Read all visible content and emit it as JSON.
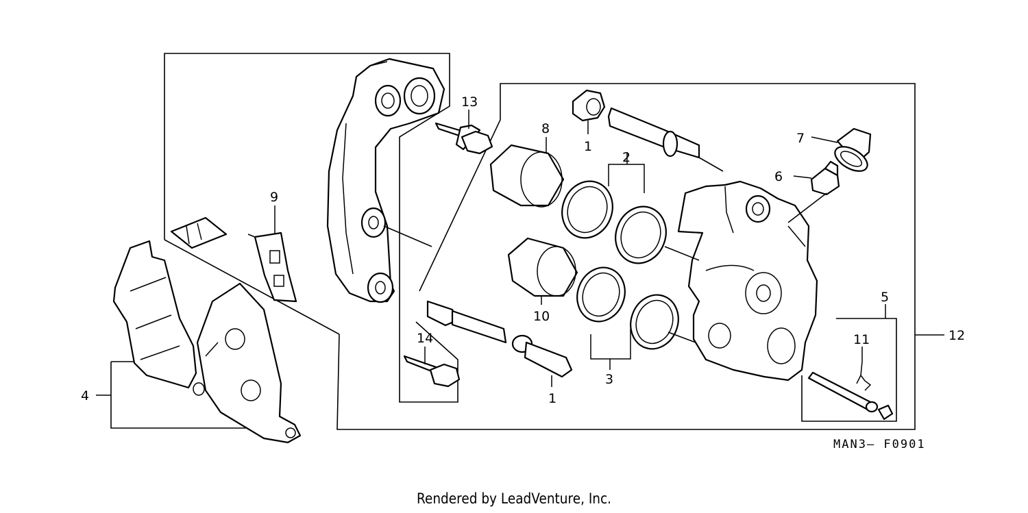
{
  "diagram": {
    "callouts": {
      "c1a": "1",
      "c1b": "1",
      "c2": "2",
      "c3": "3",
      "c4": "4",
      "c5": "5",
      "c6": "6",
      "c7": "7",
      "c8": "8",
      "c9": "9",
      "c10": "10",
      "c11": "11",
      "c12": "12",
      "c13": "13",
      "c14": "14"
    },
    "drawing_code": "MAN3– F0901"
  },
  "footer": {
    "credit": "Rendered by LeadVenture, Inc."
  }
}
